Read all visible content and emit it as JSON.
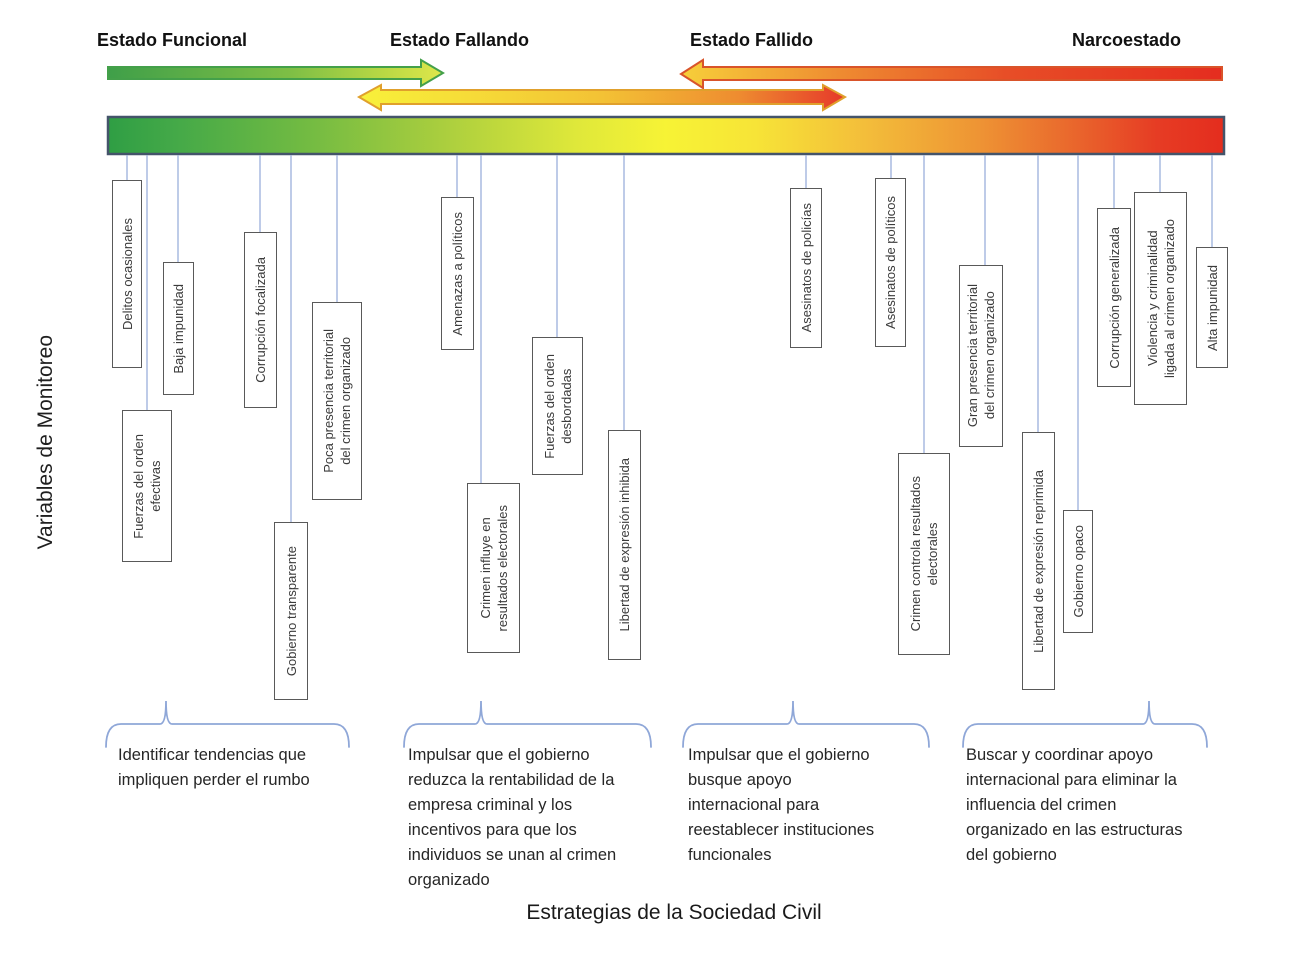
{
  "header": {
    "stages": [
      {
        "label": "Estado Funcional"
      },
      {
        "label": "Estado Fallando"
      },
      {
        "label": "Estado Fallido"
      },
      {
        "label": "Narcoestado"
      }
    ]
  },
  "axis": {
    "left_title": "Variables de Monitoreo"
  },
  "monitoring": {
    "variables": [
      {
        "label": "Delitos ocasionales"
      },
      {
        "label": "Fuerzas del orden\nefectivas"
      },
      {
        "label": "Baja impunidad"
      },
      {
        "label": "Corrupción focalizada"
      },
      {
        "label": "Gobierno transparente"
      },
      {
        "label": "Poca presencia territorial\ndel crimen organizado"
      },
      {
        "label": "Amenazas a políticos"
      },
      {
        "label": "Crimen influye en\nresultados electorales"
      },
      {
        "label": "Fuerzas del orden\ndesbordadas"
      },
      {
        "label": "Libertad de expresión inhibida"
      },
      {
        "label": "Asesinatos de policías"
      },
      {
        "label": "Asesinatos de políticos"
      },
      {
        "label": "Gran presencia territorial\ndel crimen organizado"
      },
      {
        "label": "Crimen controla resultados\nelectorales"
      },
      {
        "label": "Libertad de expresión reprimida"
      },
      {
        "label": "Gobierno opaco"
      },
      {
        "label": "Corrupción generalizada"
      },
      {
        "label": "Violencia y criminalidad\nligada al crimen organizado"
      },
      {
        "label": "Alta impunidad"
      }
    ]
  },
  "strategies": {
    "title": "Estrategias de la Sociedad Civil",
    "items": [
      {
        "text": "Identificar tendencias que\nimpliquen perder el rumbo"
      },
      {
        "text": "Impulsar que el gobierno\nreduzca la rentabilidad de la\nempresa criminal y los\nincentivos para que los\nindividuos se unan al crimen\norganizado"
      },
      {
        "text": "Impulsar que el gobierno\nbusque apoyo\ninternacional para\nreestablecer instituciones\nfuncionales"
      },
      {
        "text": "Buscar y coordinar apoyo\ninternacional para eliminar la\ninfluencia del crimen\norganizado en las estructuras\ndel gobierno"
      }
    ]
  },
  "colors": {
    "green": "#2f9e44",
    "yellow": "#f7f335",
    "orange": "#ee9434",
    "red": "#e42d1e",
    "bar_border": "#44546a",
    "connector": "#a3b5de",
    "brace": "#8fa7d8",
    "box_border": "#595959"
  }
}
